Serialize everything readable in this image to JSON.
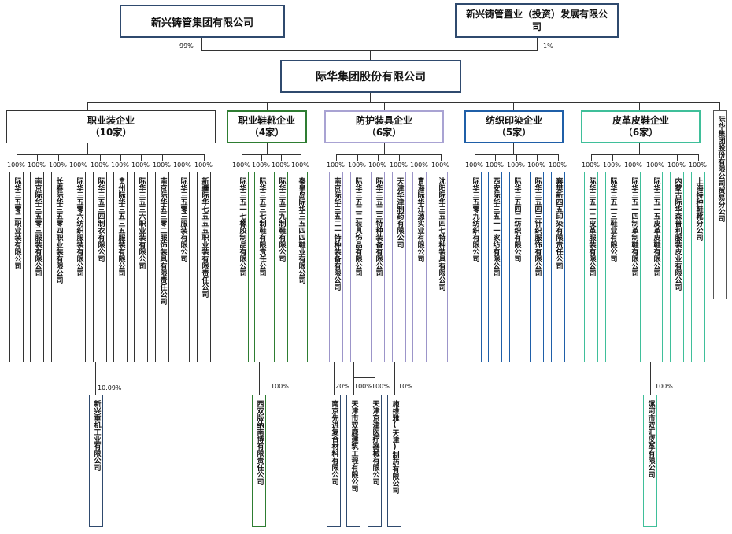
{
  "top": {
    "parent1": "新兴铸管集团有限公司",
    "parent2": "新兴铸管置业（投资）发展有限公司",
    "pct1": "99%",
    "pct2": "1%",
    "main": "际华集团股份有限公司"
  },
  "categories": [
    {
      "name": "职业装企业",
      "count": "（10家）",
      "color": "#333333",
      "pcts": [
        "100%",
        "100%",
        "100%",
        "100%",
        "100%",
        "100%",
        "100%",
        "100%",
        "100%",
        "100%"
      ],
      "subs": [
        "际华三五零二职业装有限公司",
        "南京际华三五零三服装有限公司",
        "长春际华三五零四职业装有限公司",
        "际华三五零六纺织服装有限公司",
        "际华三五三四制衣有限公司",
        "贵州际华三五三五服装有限公司",
        "际华三五三六职业装有限公司",
        "南京际华五三零二服饰装具有限责任公司",
        "际华三五零三服装有限公司",
        "新疆际华七五五五职业装有限责任公司"
      ]
    },
    {
      "name": "职业鞋靴企业",
      "count": "（4家）",
      "color": "#2e7d32",
      "pcts": [
        "100%",
        "100%",
        "100%",
        "100%"
      ],
      "subs": [
        "际华三五一七橡胶制品有限公司",
        "际华三五三七制鞋有限责任公司",
        "际华三五三九制鞋有限公司",
        "秦皇岛际华三五四四鞋业有限公司"
      ]
    },
    {
      "name": "防护装具企业",
      "count": "（6家）",
      "color": "#9c95c9",
      "pcts": [
        "100%",
        "100%",
        "100%",
        "100%",
        "100%",
        "100%"
      ],
      "subs": [
        "南京际华三五二一特种装备有限公司",
        "际华三五二二装具饰品有限公司",
        "际华三五二三特种装备有限公司",
        "天津华津制药有限公司",
        "青海际华江源实业有限公司",
        "沈阳际华三五四七特种装具有限公司"
      ]
    },
    {
      "name": "纺织印染企业",
      "count": "（5家）",
      "color": "#1f5fa8",
      "pcts": [
        "100%",
        "100%",
        "100%",
        "100%",
        "100%"
      ],
      "subs": [
        "际华三五零九纺织有限公司",
        "西安际华三五一一家纺有限公司",
        "际华三五四二纺织有限公司",
        "际华三五四三针织服饰有限公司",
        "襄樊新四五印染有限责任公司"
      ]
    },
    {
      "name": "皮革皮鞋企业",
      "count": "（6家）",
      "color": "#3fbf9a",
      "pcts": [
        "100%",
        "100%",
        "100%",
        "100%",
        "100%",
        "100%"
      ],
      "subs": [
        "际华三五一二皮革服装有限公司",
        "际华三五一三鞋业有限公司",
        "际华三五一四制革制鞋有限公司",
        "际华三五一五皮革皮鞋有限公司",
        "内蒙古际华森普利服装皮业有限公司",
        "上海特种鞋靴分公司"
      ]
    }
  ],
  "trade": "际华集团股份有限公司贸易分公司",
  "lower": [
    {
      "pct": "10.09%",
      "name": "新兴重机工业有限公司"
    },
    {
      "pct": "100%",
      "name": "西双版纳南博有限责任公司"
    },
    {
      "pct": "20%",
      "name": "南京先进复合材料有限公司"
    },
    {
      "pct": "100%",
      "name": "天津市双鹿建筑工程有限公司"
    },
    {
      "pct": "100%",
      "name": "天津京津医疗器械有限公司"
    },
    {
      "pct": "10%",
      "name": "施维雅(天津)制药有限公司"
    },
    {
      "pct": "100%",
      "name": "漯河市双汇皮革有限公司"
    }
  ]
}
